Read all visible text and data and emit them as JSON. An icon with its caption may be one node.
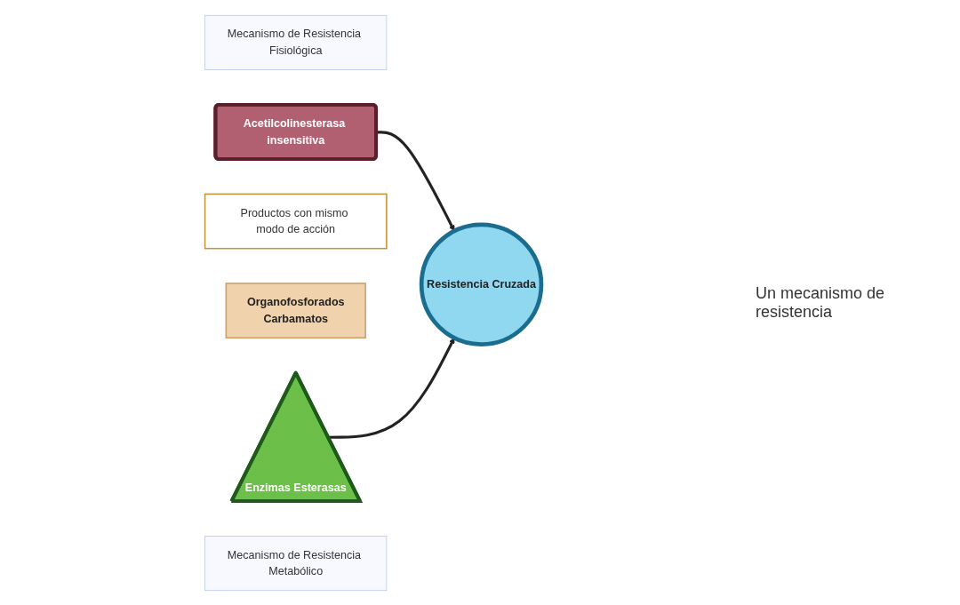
{
  "diagram": {
    "nodes": [
      {
        "text": [
          "Mecanismo de Resistencia Fisiológica"
        ]
      },
      {
        "text": [
          "Acetilcolinesterasa insensitiva"
        ]
      },
      {
        "text": [
          "Productos con mismo modo de acción"
        ]
      },
      {
        "text": [
          "Resistencia Cruzada"
        ]
      },
      {
        "text": [
          "Organofosforados",
          "Carbamatos"
        ]
      },
      {
        "text": [
          "Enzimas Esterasas"
        ]
      },
      {
        "text": [
          "Mecanismo de Resistencia Metabólico"
        ]
      }
    ],
    "edges": [
      {
        "from": 1,
        "to": 3,
        "arrow": "to"
      },
      {
        "from": 5,
        "to": 3,
        "arrow": "to"
      }
    ],
    "labels": [
      "Un mecanismo de resistencia"
    ]
  }
}
